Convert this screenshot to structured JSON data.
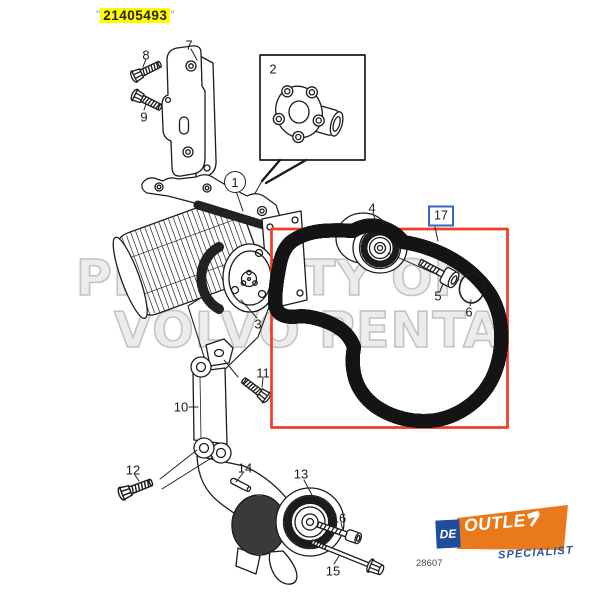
{
  "part_number": {
    "open_quote": "\"",
    "value": "21405493",
    "close_quote": "\"",
    "highlight_color": "#ffff00"
  },
  "watermark": {
    "line1": "PROPERTY OF",
    "line2": "VOLVO PENTA"
  },
  "figure_number": "28607",
  "callouts": {
    "c1": "1",
    "c2": "2",
    "c3": "3",
    "c4": "4",
    "c5": "5",
    "c6": "6",
    "c7": "7",
    "c8": "8",
    "c9": "9",
    "c10": "10",
    "c11": "11",
    "c12": "12",
    "c13": "13",
    "c14": "14",
    "c15": "15",
    "c16": "16",
    "c17": "17"
  },
  "highlight_box_color": "#ee3e28",
  "callout17_border_color": "#3a68b8",
  "logo": {
    "de": "DE",
    "outlet": "OUTLE",
    "specialist": "SPECIALIST",
    "orange": "#e87a1d",
    "blue": "#1e4e9a"
  }
}
